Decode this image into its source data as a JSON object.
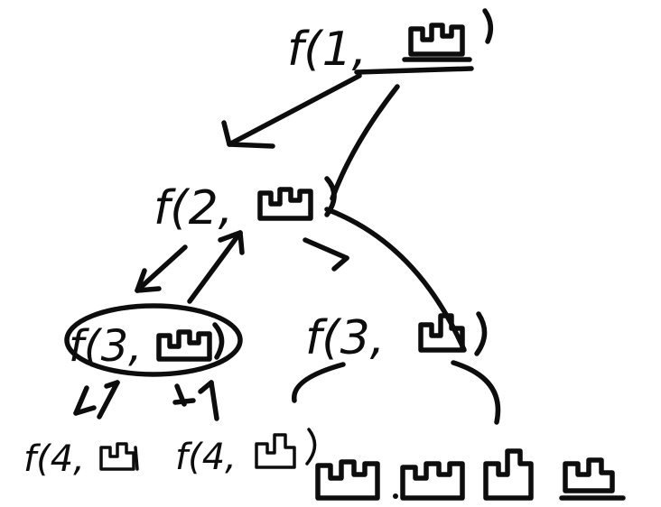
{
  "nodes": {
    "root": {
      "label": "f(1, "
    },
    "n2": {
      "label": "f(2,"
    },
    "n3": {
      "label": "f(3,"
    },
    "n3b": {
      "label": "f(3,"
    },
    "n4": {
      "label": "f(4,"
    },
    "n4b": {
      "label": "f(4,"
    }
  },
  "leaves": {
    "count": 4
  },
  "colors": {
    "ink": "#0d0d0d",
    "background": "#ffffff"
  },
  "icon_names": [
    "state-glyph-icon"
  ]
}
